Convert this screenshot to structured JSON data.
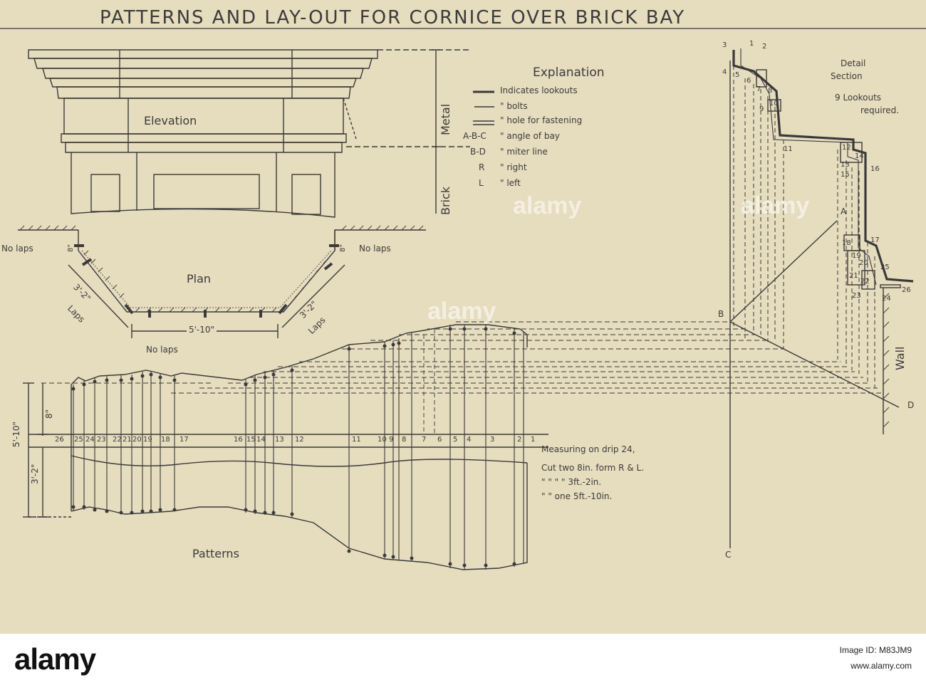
{
  "title": "PATTERNS AND LAY-OUT FOR CORNICE OVER BRICK BAY",
  "elevation": {
    "label": "Elevation",
    "metal": "Metal",
    "brick": "Brick"
  },
  "explanation": {
    "heading": "Explanation",
    "rows": [
      {
        "key": "—",
        "desc": "Indicates lookouts"
      },
      {
        "key": "—",
        "desc": "\"   bolts"
      },
      {
        "key": "=",
        "desc": "\"   hole for fastening"
      },
      {
        "key": "A-B-C",
        "desc": "\"   angle of bay"
      },
      {
        "key": "B-D",
        "desc": "\"   miter line"
      },
      {
        "key": "R",
        "desc": "\"   right"
      },
      {
        "key": "L",
        "desc": "\"   left"
      }
    ]
  },
  "plan": {
    "label": "Plan",
    "no_laps_left": "No laps",
    "no_laps_right": "No laps",
    "no_laps_bottom": "No laps",
    "dim_8_left": "8\"",
    "dim_8_right": "8\"",
    "dim_32_left": "3'-2\"",
    "dim_32_right": "3'-2\"",
    "laps_left": "Laps",
    "laps_right": "Laps",
    "dim_510": "5'-10\""
  },
  "detail": {
    "label_line1": "Detail",
    "label_line2": "Section",
    "lookouts_line1": "9 Lookouts",
    "lookouts_line2": "required.",
    "wall": "Wall",
    "letters": {
      "A": "A",
      "B": "B",
      "C": "C",
      "D": "D"
    },
    "numbers": [
      "1",
      "2",
      "3",
      "4",
      "5",
      "6",
      "7",
      "8",
      "9",
      "10",
      "11",
      "12",
      "13",
      "14",
      "15",
      "16",
      "17",
      "18",
      "19",
      "20",
      "21",
      "22",
      "23",
      "24",
      "25",
      "26"
    ]
  },
  "patterns": {
    "label": "Patterns",
    "dim_510": "5'-10\"",
    "dim_32": "3'-2\"",
    "dim_8": "8\"",
    "strip_numbers": [
      "26",
      "25",
      "24",
      "23",
      "22",
      "21",
      "20",
      "19",
      "18",
      "17",
      "16",
      "15",
      "14",
      "13",
      "12",
      "11",
      "10",
      "9",
      "8",
      "7",
      "6",
      "5",
      "4",
      "3",
      "2",
      "1"
    ]
  },
  "notes": [
    "Measuring on drip 24,",
    "Cut two 8in. form R & L.",
    "\" \"  \" \"  3ft.-2in.",
    "\" \"  one  5ft.-10in."
  ],
  "watermark": "alamy",
  "footer": {
    "logo": "alamy",
    "image_id_label": "Image ID: M83JM9",
    "site": "www.alamy.com"
  }
}
